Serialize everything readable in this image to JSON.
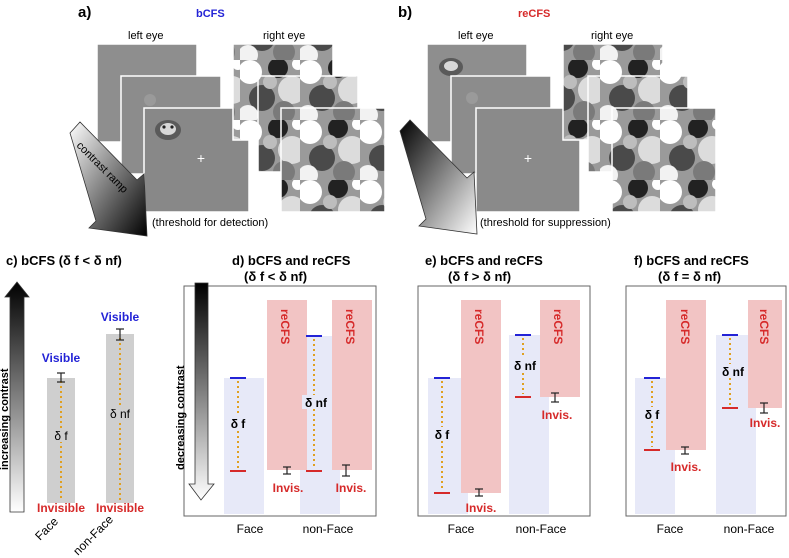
{
  "panel_a": {
    "label": "a)",
    "title": "bCFS",
    "left_eye": "left eye",
    "right_eye": "right eye",
    "ramp_label": "contrast ramp",
    "threshold": "(threshold for detection)"
  },
  "panel_b": {
    "label": "b)",
    "title": "reCFS",
    "left_eye": "left eye",
    "right_eye": "right eye",
    "threshold": "(threshold for suppression)"
  },
  "panel_c": {
    "title": "c) bCFS (δ f < δ nf)",
    "yaxis": "increasing contrast",
    "face_visible": "Visible",
    "nonface_visible": "Visible",
    "face_invisible": "Invisible",
    "nonface_invisible": "Invisible",
    "delta_f": "δ f",
    "delta_nf": "δ nf",
    "x_face": "Face",
    "x_nonface": "non-Face"
  },
  "panel_d": {
    "title1": "d) bCFS and reCFS",
    "title2": "(δ f < δ nf)",
    "yaxis": "decreasing contrast",
    "recfs": "reCFS",
    "invis": "Invis.",
    "delta_f": "δ f",
    "delta_nf": "δ nf",
    "x_face": "Face",
    "x_nonface": "non-Face"
  },
  "panel_e": {
    "title1": "e) bCFS and reCFS",
    "title2": "(δ f > δ nf)",
    "recfs": "reCFS",
    "invis": "Invis.",
    "delta_f": "δ f",
    "delta_nf": "δ nf",
    "x_face": "Face",
    "x_nonface": "non-Face"
  },
  "panel_f": {
    "title1": "f) bCFS and reCFS",
    "title2": "(δ f = δ nf)",
    "recfs": "reCFS",
    "invis": "Invis.",
    "delta_f": "δ f",
    "delta_nf": "δ nf",
    "x_face": "Face",
    "x_nonface": "non-Face"
  },
  "colors": {
    "visible_blue": "#2323d6",
    "invisible_red": "#d62a2a",
    "recfs_bar": "#f2c4c4",
    "face_bar": "#e7e9f8",
    "grey_bar": "#cfcfcf",
    "dots": "#e0a020"
  }
}
